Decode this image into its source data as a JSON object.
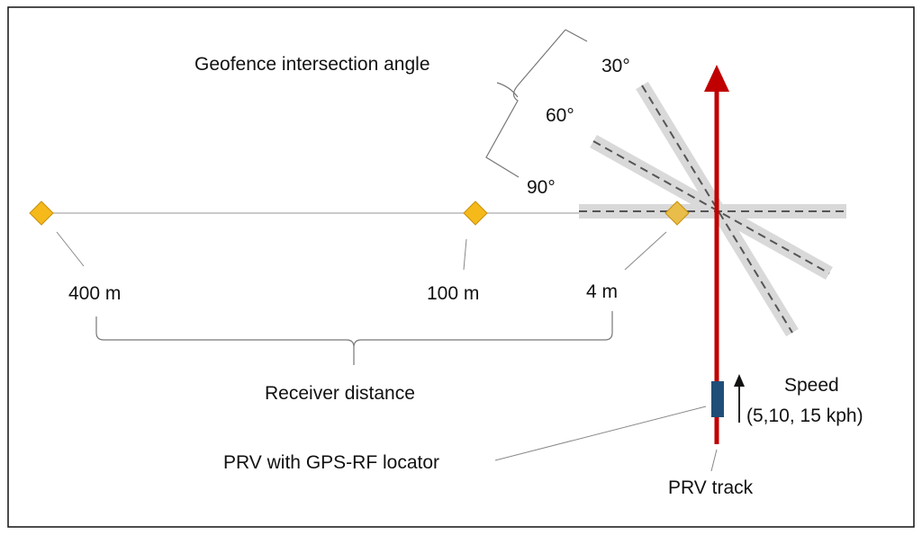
{
  "labels": {
    "geofence_title": "Geofence intersection angle",
    "angle_30": "30°",
    "angle_60": "60°",
    "angle_90": "90°",
    "dist_400": "400 m",
    "dist_100": "100 m",
    "dist_4": "4 m",
    "receiver_distance": "Receiver distance",
    "speed_title": "Speed",
    "speed_values": "(5,10, 15 kph)",
    "prv_locator": "PRV with GPS-RF locator",
    "prv_track": "PRV track"
  },
  "colors": {
    "track": "#c00000",
    "receiver": "#f5b91a",
    "vehicle": "#1f4e79",
    "geofence_band": "#d9d9d9",
    "geofence_line": "#555555"
  },
  "icons": {
    "receiver": "diamond-icon",
    "direction": "arrow-up-icon"
  }
}
